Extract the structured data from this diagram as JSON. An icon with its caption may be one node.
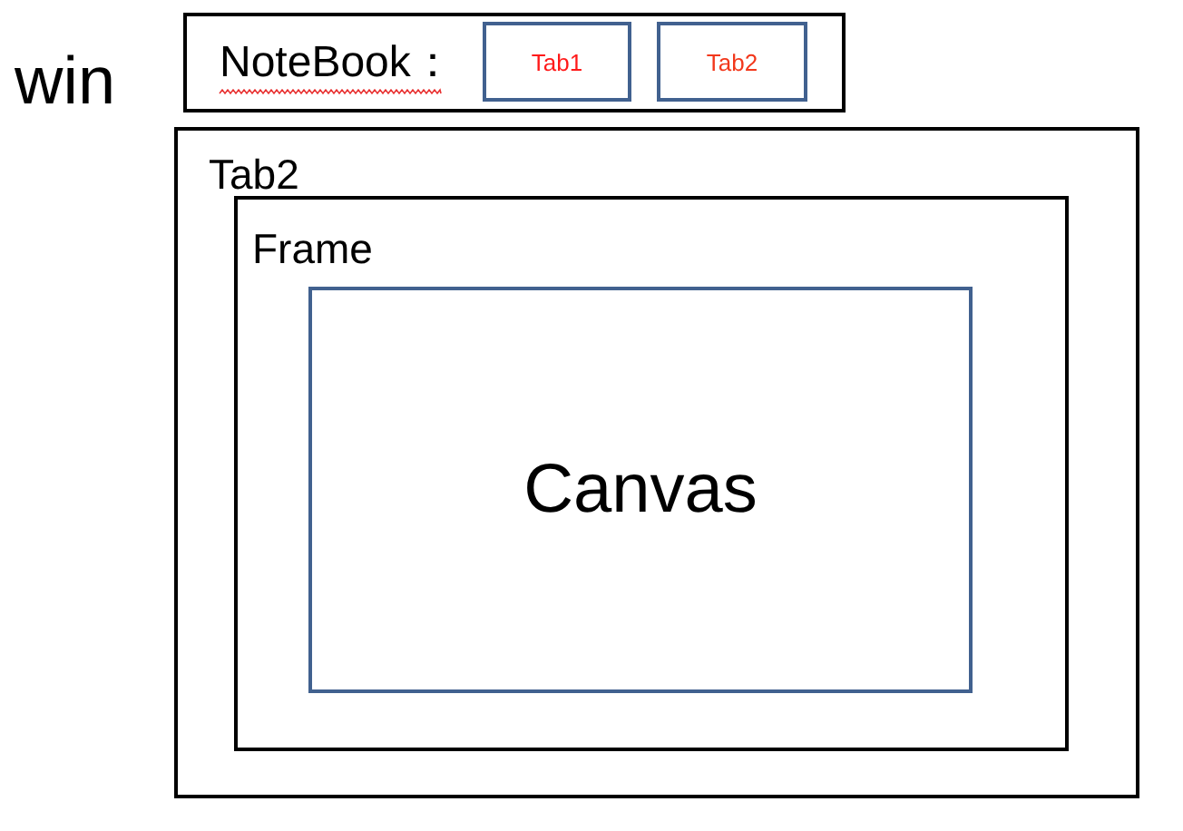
{
  "diagram": {
    "nodes": [
      {
        "text": [
          "NoteBook："
        ]
      },
      {
        "text": [
          "Tab1"
        ],
        "in": 0
      },
      {
        "text": [
          "Tab2"
        ],
        "in": 0
      },
      {
        "text": [
          "Tab2"
        ]
      },
      {
        "text": [
          "Frame"
        ],
        "in": 3
      },
      {
        "text": [
          "Canvas"
        ],
        "in": 4
      }
    ],
    "labels": [
      "win"
    ]
  }
}
